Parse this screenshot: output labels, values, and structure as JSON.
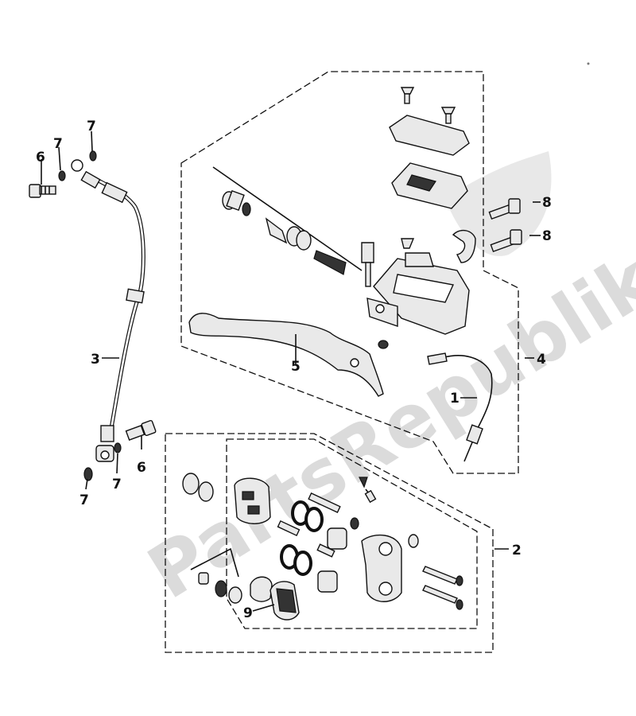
{
  "watermark": "PartsRepublik",
  "callouts": {
    "c1": "1",
    "c2": "2",
    "c3": "3",
    "c4": "4",
    "c5": "5",
    "c6a": "6",
    "c6b": "6",
    "c7a": "7",
    "c7b": "7",
    "c7c": "7",
    "c7d": "7",
    "c8a": "8",
    "c8b": "8",
    "c9": "9"
  }
}
